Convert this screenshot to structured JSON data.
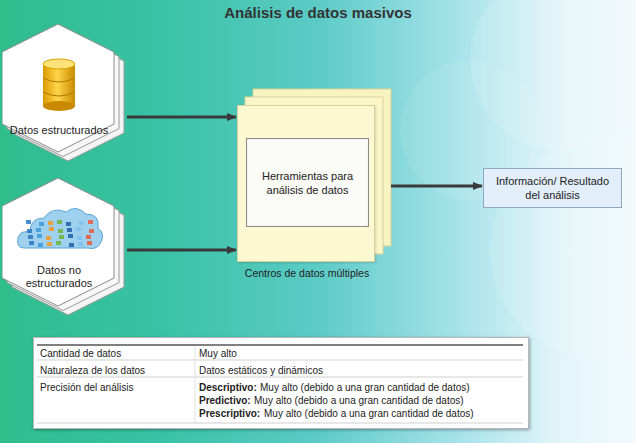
{
  "diagram": {
    "title": "Análisis de datos masivos",
    "nodes": [
      {
        "text": [
          "Datos estructurados"
        ]
      },
      {
        "text": [
          "Datos no estructurados"
        ]
      },
      {
        "text": [
          "Centros de datos múltiples"
        ]
      },
      {
        "text": [
          "Herramientas para análisis de datos"
        ],
        "in": 2
      },
      {
        "text": [
          "Información/ Resultado del análisis"
        ]
      }
    ],
    "edges": [
      {
        "from": 0,
        "to": 2,
        "arrow": "to"
      },
      {
        "from": 1,
        "to": 2,
        "arrow": "to"
      },
      {
        "from": 2,
        "to": 4,
        "arrow": "to"
      }
    ],
    "labels": [
      "Cantidad de datos",
      "Muy alto",
      "Naturaleza de los datos",
      "Datos estáticos y dinámicos",
      "Precisión del análisis",
      "Descriptivo:",
      "Muy alto (debido a una gran cantidad de datos)",
      "Predictivo:",
      "Muy alto (debido a una gran cantidad de datos)",
      "Prescriptivo:",
      "Muy alto (debido a una gran cantidad de datos)"
    ]
  }
}
